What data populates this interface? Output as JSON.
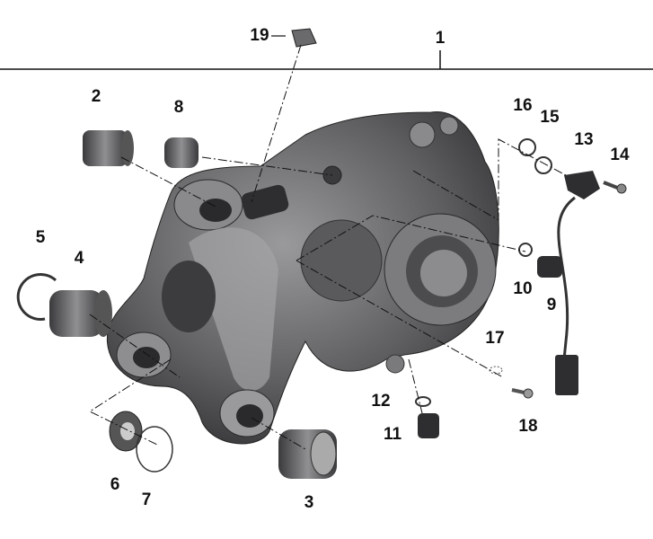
{
  "diagram": {
    "type": "exploded parts diagram",
    "parts": [
      {
        "key": "p1",
        "number": "1"
      },
      {
        "key": "p2",
        "number": "2"
      },
      {
        "key": "p3",
        "number": "3"
      },
      {
        "key": "p4",
        "number": "4"
      },
      {
        "key": "p5",
        "number": "5"
      },
      {
        "key": "p6",
        "number": "6"
      },
      {
        "key": "p7",
        "number": "7"
      },
      {
        "key": "p8",
        "number": "8"
      },
      {
        "key": "p9",
        "number": "9"
      },
      {
        "key": "p10",
        "number": "10"
      },
      {
        "key": "p11",
        "number": "11"
      },
      {
        "key": "p12",
        "number": "12"
      },
      {
        "key": "p13",
        "number": "13"
      },
      {
        "key": "p14",
        "number": "14"
      },
      {
        "key": "p15",
        "number": "15"
      },
      {
        "key": "p16",
        "number": "16"
      },
      {
        "key": "p17",
        "number": "17"
      },
      {
        "key": "p18",
        "number": "18"
      },
      {
        "key": "p19",
        "number": "19"
      }
    ]
  },
  "colors": {
    "housing": "#6e6e70",
    "dark": "#3a3a3c",
    "light": "#b8b8ba",
    "line": "#111111"
  }
}
